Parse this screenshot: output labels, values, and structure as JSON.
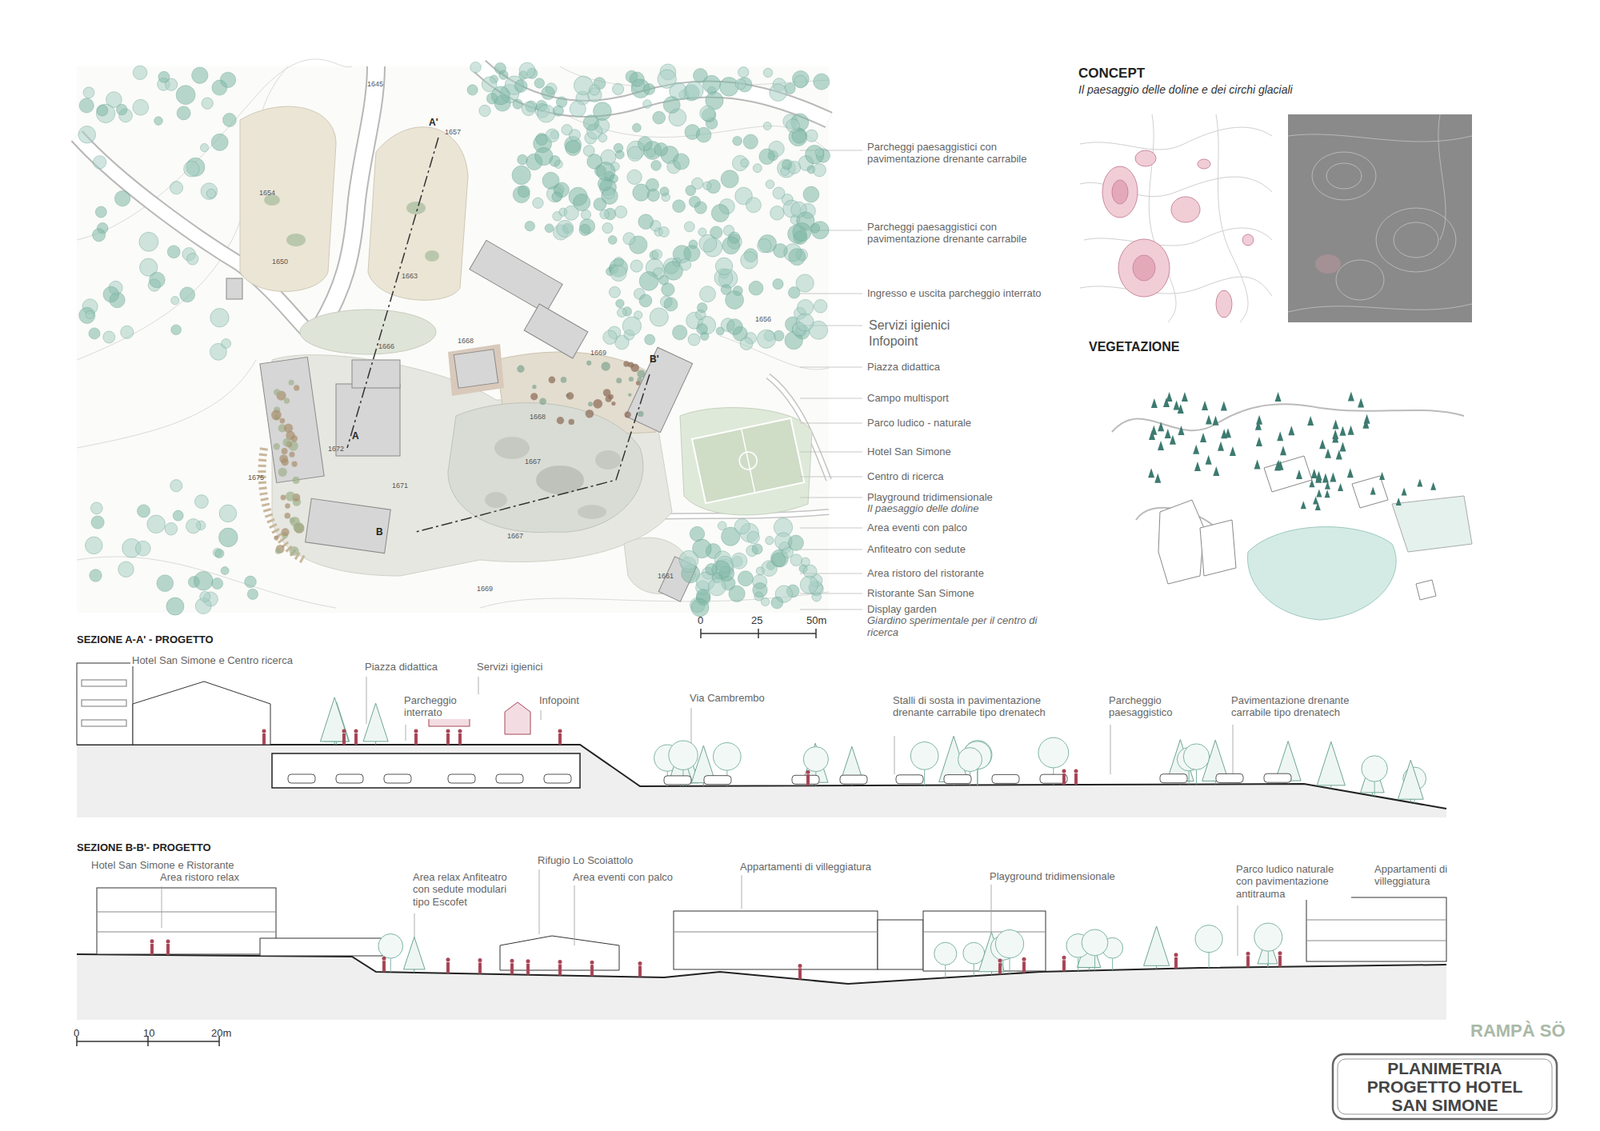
{
  "diagram": {
    "title": "PLANIMETRIA PROGETTO HOTEL SAN SIMONE",
    "labels": [
      "1645",
      "A'",
      "1657",
      "1654",
      "1650",
      "1663",
      "1656",
      "1668",
      "1666",
      "1669",
      "B'",
      "1668",
      "A",
      "1672",
      "1667",
      "1675",
      "1671",
      "B",
      "1667",
      "1661",
      "1669",
      "Parcheggi paesaggistici con pavimentazione drenante carrabile",
      "Parcheggi paesaggistici con pavimentazione drenante carrabile",
      "Ingresso e uscita parcheggio interrato",
      "Servizi igienici",
      "Infopoint",
      "Piazza didattica",
      "Campo multisport",
      "Parco ludico - naturale",
      "Hotel San Simone",
      "Centro di ricerca",
      "Playground tridimensionale",
      "Il paesaggio delle doline",
      "Area eventi con palco",
      "Anfiteatro con sedute",
      "Area ristoro del ristorante",
      "Ristorante San Simone",
      "Display garden",
      "Giardino sperimentale per il centro di ricerca",
      "0",
      "25",
      "50m",
      "CONCEPT",
      "Il paesaggio delle doline e dei circhi glaciali",
      "VEGETAZIONE",
      "SEZIONE A-A' - PROGETTO",
      "Hotel San Simone e Centro ricerca",
      "Piazza didattica",
      "Servizi igienici",
      "Parcheggio interrato",
      "Infopoint",
      "Via Cambrembo",
      "Stalli di sosta in pavimentazione drenante carrabile tipo drenatech",
      "Parcheggio paesaggistico",
      "Pavimentazione drenante carrabile tipo drenatech",
      "SEZIONE B-B'- PROGETTO",
      "Hotel San Simone e Ristorante",
      "Area ristoro relax",
      "Area relax Anfiteatro con sedute modulari tipo Escofet",
      "Rifugio Lo Scoiattolo",
      "Area eventi con palco",
      "Appartamenti di villeggiatura",
      "Playground tridimensionale",
      "Parco ludico naturale con pavimentazione antitrauma",
      "Appartamenti di villeggiatura",
      "0",
      "10",
      "20m",
      "RAMPÀ SÖ"
    ]
  }
}
